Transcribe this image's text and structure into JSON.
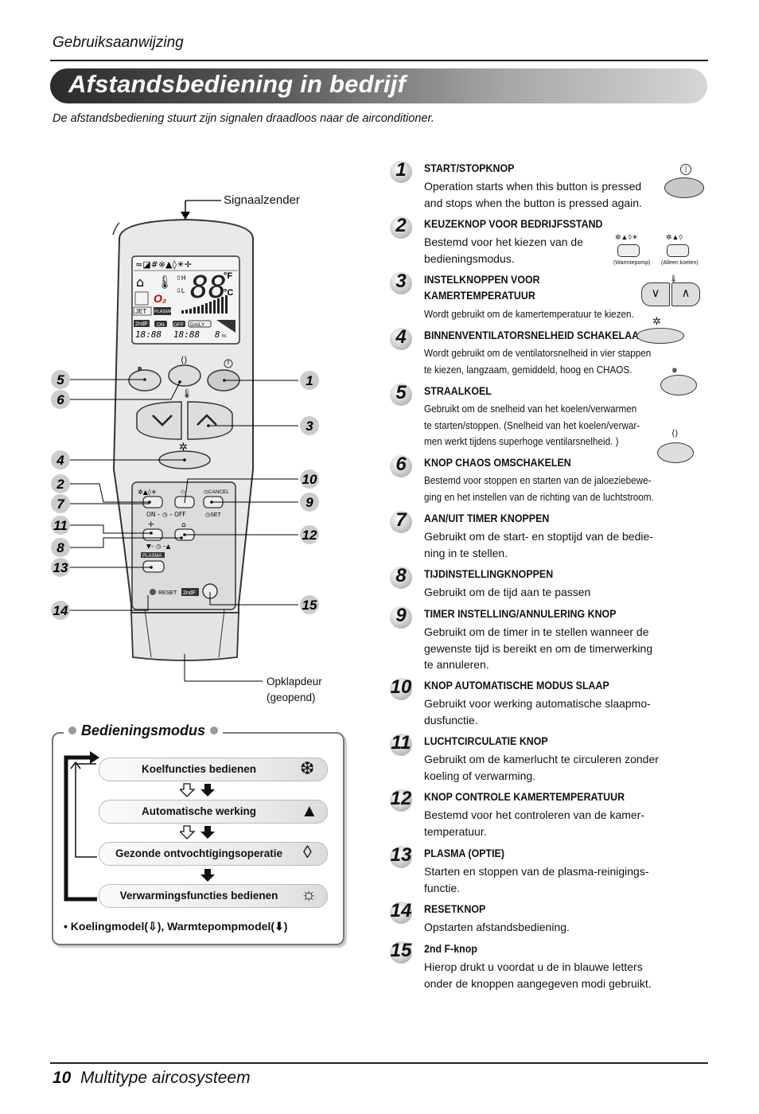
{
  "header": {
    "label": "Gebruiksaanwijzing"
  },
  "title": "Afstandsbediening in bedrijf",
  "intro": "De afstandsbediening stuurt zijn signalen draadloos naar de airconditioner.",
  "remote": {
    "signal_label": "Signaalzender",
    "door_label_1": "Opklapdeur",
    "door_label_2": "(geopend)",
    "lcd_temp": "88",
    "lcd_unit_f": "°F",
    "lcd_unit_c": "°C",
    "lcd_jet": "JET",
    "lcd_plasma": "PLASMA",
    "lcd_2nd": "2ndF",
    "lcd_on": "ON",
    "lcd_off": "OFF",
    "lcd_daily": "DAILY",
    "lcd_time1": "18:88",
    "lcd_time2": "18:88",
    "lcd_hr": "8hr.",
    "lcd_o2": "O2",
    "btn_cancel": "CANCEL",
    "btn_set": "SET",
    "btn_on_off": "ON – ◷ – OFF",
    "btn_plasma": "PLASMA",
    "btn_reset": "RESET",
    "btn_2ndf": "2ndF",
    "callouts_left": [
      "5",
      "6",
      "4",
      "2",
      "7",
      "11",
      "8",
      "13",
      "14"
    ],
    "callouts_right": [
      "1",
      "3",
      "10",
      "9",
      "12",
      "15"
    ]
  },
  "items": [
    {
      "num": "1",
      "title": "START/STOPKNOP",
      "desc": [
        "Operation starts when this button is pressed",
        "and stops when the button is pressed again."
      ]
    },
    {
      "num": "2",
      "title": "KEUZEKNOP VOOR BEDRIJFSSTAND",
      "desc": [
        "Bestemd voor het kiezen van de",
        "bedieningsmodus."
      ],
      "icon_labels": [
        "(Warmtepomp)",
        "(Alleen koelen)"
      ]
    },
    {
      "num": "3",
      "title": "INSTELKNOPPEN VOOR",
      "title2": "KAMERTEMPERATUUR",
      "desc": [
        "Wordt gebruikt om de kamertemperatuur te kiezen."
      ]
    },
    {
      "num": "4",
      "title": "BINNENVENTILATORSNELHEID SCHAKELAAR",
      "desc": [
        "Wordt gebruikt om de ventilatorsnelheid in vier stappen",
        "te kiezen, langzaam, gemiddeld, hoog en CHAOS."
      ]
    },
    {
      "num": "5",
      "title": "STRAALKOEL",
      "desc": [
        "Gebruikt om de snelheid van het koelen/verwarmen",
        "te starten/stoppen. (Snelheid van het koelen/verwar-",
        "men werkt tijdens superhoge ventilarsnelheid. )"
      ]
    },
    {
      "num": "6",
      "title": "KNOP CHAOS OMSCHAKELEN",
      "desc": [
        "Bestemd voor stoppen en starten van de jaloeziebewe-",
        "ging en het instellen van de richting van de luchtstroom."
      ]
    },
    {
      "num": "7",
      "title": "AAN/UIT TIMER KNOPPEN",
      "desc": [
        "Gebruikt om de start- en stoptijd van de bedie-",
        "ning in te stellen."
      ]
    },
    {
      "num": "8",
      "title": "TIJDINSTELLINGKNOPPEN",
      "desc": [
        "Gebruikt om de tijd aan te passen"
      ]
    },
    {
      "num": "9",
      "title": "TIMER INSTELLING/ANNULERING KNOP",
      "desc": [
        "Gebruikt om de timer in te stellen wanneer de",
        "gewenste tijd is bereikt en om de timerwerking",
        "te annuleren."
      ]
    },
    {
      "num": "10",
      "title": "KNOP AUTOMATISCHE MODUS SLAAP",
      "desc": [
        "Gebruikt voor werking automatische slaapmo-",
        "dusfunctie."
      ]
    },
    {
      "num": "11",
      "title": "LUCHTCIRCULATIE KNOP",
      "desc": [
        "Gebruikt om de kamerlucht te circuleren zonder",
        "koeling of verwarming."
      ]
    },
    {
      "num": "12",
      "title": "KNOP CONTROLE KAMERTEMPERATUUR",
      "desc": [
        "Bestemd voor het controleren van de kamer-",
        "temperatuur."
      ]
    },
    {
      "num": "13",
      "title": "PLASMA (OPTIE)",
      "desc": [
        "Starten en stoppen van de plasma-reinigings-",
        "functie."
      ]
    },
    {
      "num": "14",
      "title": "RESETKNOP",
      "desc": [
        "Opstarten afstandsbediening."
      ]
    },
    {
      "num": "15",
      "title": "2nd F-knop",
      "desc": [
        "Hierop drukt u voordat u de in blauwe letters",
        "onder de knoppen aangegeven modi gebruikt."
      ]
    }
  ],
  "modes": {
    "title": "Bedieningsmodus",
    "rows": [
      "Koelfuncties bedienen",
      "Automatische werking",
      "Gezonde ontvochtigingsoperatie",
      "Verwarmingsfuncties bedienen"
    ],
    "note": "• Koelingmodel(⇩), Warmtepompmodel(⬇)"
  },
  "footer": {
    "page": "10",
    "text": "Multitype aircosysteem"
  }
}
